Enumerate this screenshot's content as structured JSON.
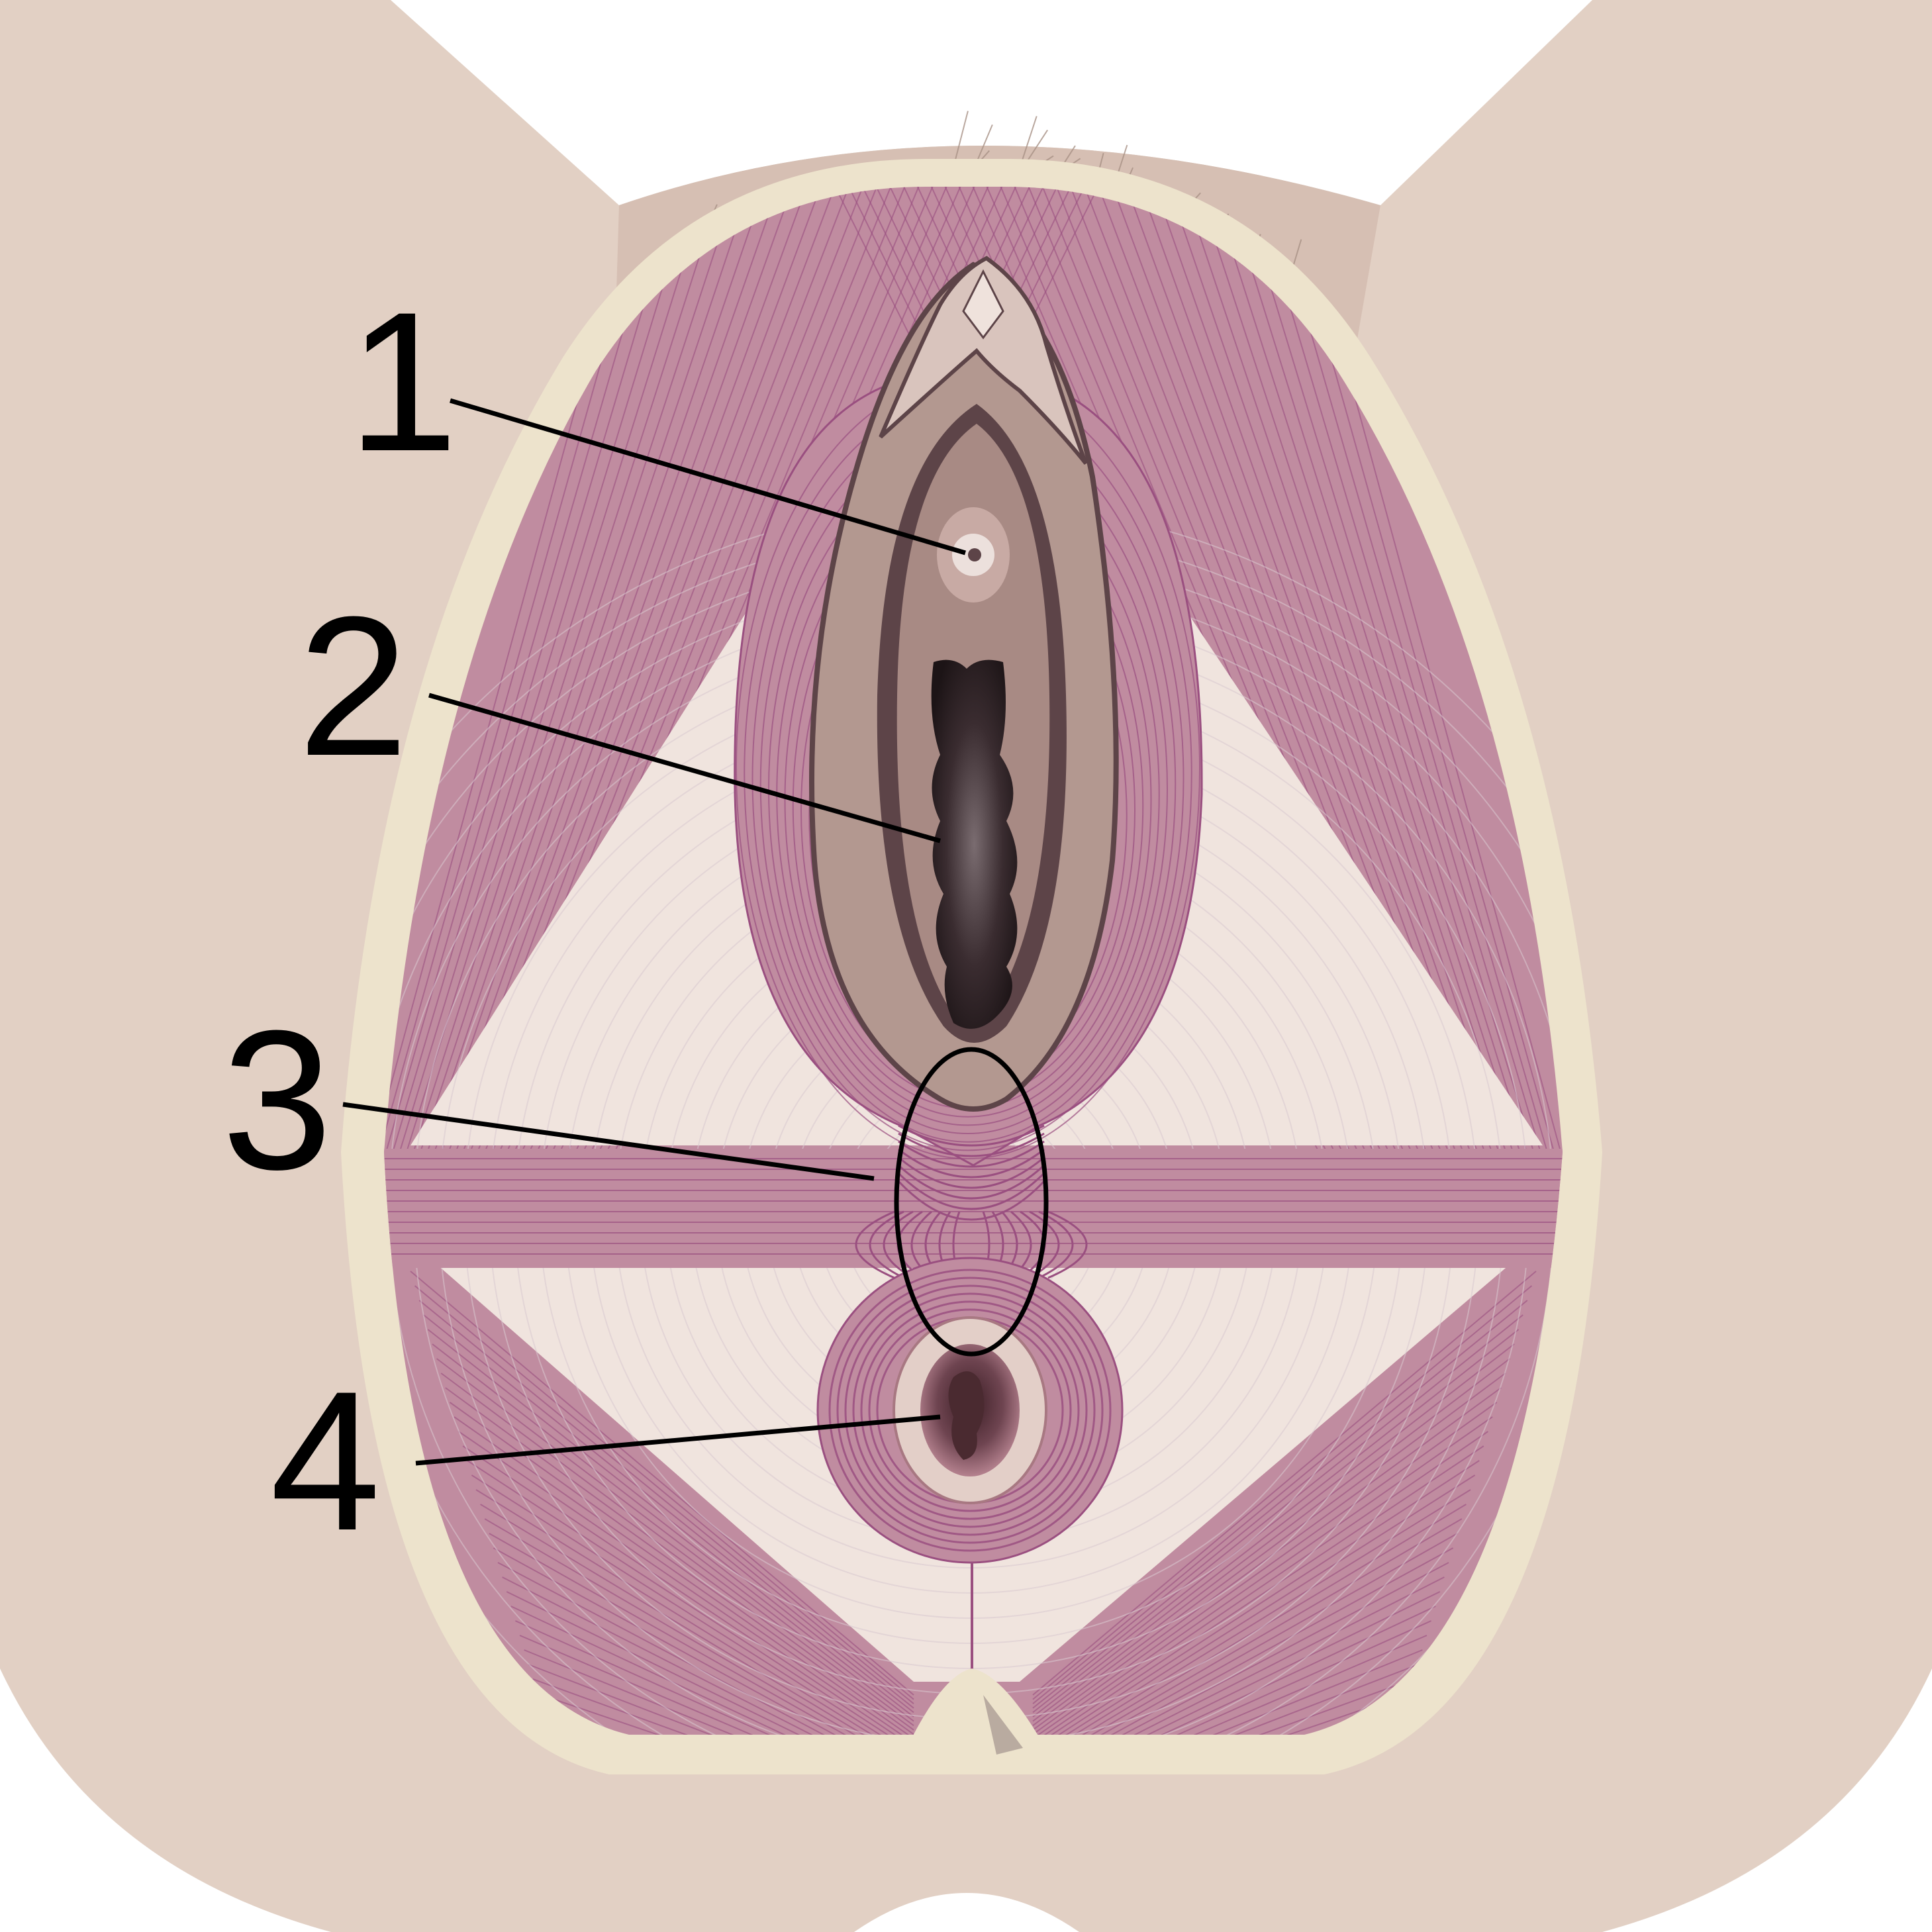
{
  "colors": {
    "skin": "#e2d0c4",
    "skin_mid": "#d6bfb3",
    "fascia": "#ede3cc",
    "muscle": "#c08ca0",
    "muscle_line": "#9a4f80",
    "floor": "#f0e4de",
    "floor_ring": "#d8c8cf",
    "labia": "#b39890",
    "labia_edge": "#5d4448",
    "vestibule": "#a88a84",
    "canal": "#2a1d1f",
    "anus_outer": "#e3cfc8",
    "anus_mid": "#a87882",
    "anus_inner": "#4a2a30",
    "hair": "#a89286",
    "leader": "#000000"
  },
  "callouts": [
    {
      "number": "1",
      "target": "urethral-opening"
    },
    {
      "number": "2",
      "target": "vaginal-opening"
    },
    {
      "number": "3",
      "target": "perineal-body"
    },
    {
      "number": "4",
      "target": "anus"
    }
  ]
}
